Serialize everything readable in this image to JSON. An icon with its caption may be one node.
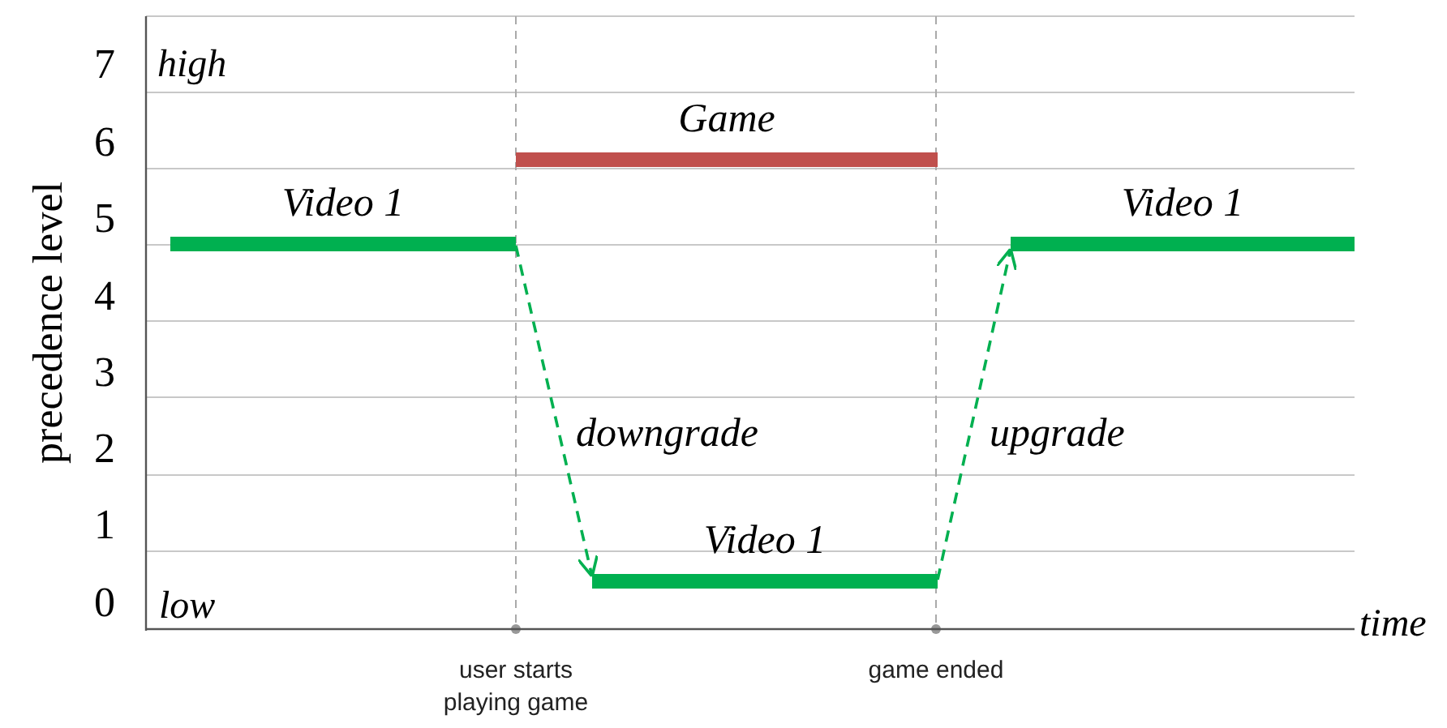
{
  "diagram": {
    "nodes": [
      {
        "text": [
          "Video 1"
        ]
      },
      {
        "text": [
          "Game"
        ]
      },
      {
        "text": [
          "Video 1"
        ]
      },
      {
        "text": [
          "Video 1"
        ]
      }
    ],
    "edges": [
      {
        "from": 0,
        "to": 2,
        "arrow": "to",
        "label": "downgrade",
        "style": "dashed"
      },
      {
        "from": 2,
        "to": 3,
        "arrow": "to",
        "label": "upgrade",
        "style": "dashed"
      }
    ],
    "labels": [
      "7",
      "6",
      "5",
      "4",
      "3",
      "2",
      "1",
      "0",
      "high",
      "low",
      "precedence level",
      "time",
      "user starts playing game",
      "game ended"
    ]
  }
}
